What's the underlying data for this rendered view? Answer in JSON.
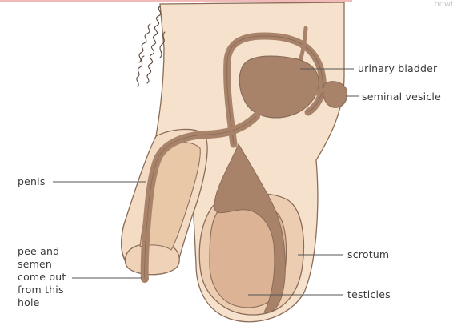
{
  "labels": {
    "urinary_bladder": "urinary bladder",
    "seminal_vesicle": "seminal vesicle",
    "penis": "penis",
    "hole": "pee and\nsemen\ncome out\nfrom this\nhole",
    "scrotum": "scrotum",
    "testicles": "testicles"
  },
  "watermark": "howt",
  "colors": {
    "skin": "#f6e2cc",
    "organ_light": "#e2bc9e",
    "organ_dark": "#a8836a",
    "outline": "#8a6c58",
    "pubic_hair": "#5e4a3e",
    "leader_line": "#555555"
  }
}
